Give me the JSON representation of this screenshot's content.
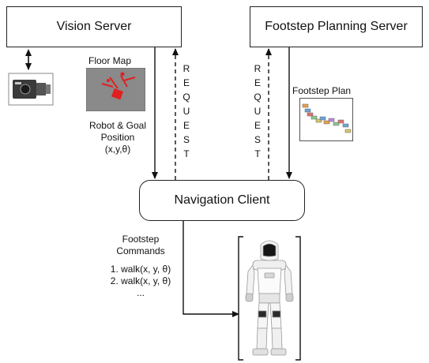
{
  "vision_server": {
    "label": "Vision Server"
  },
  "footstep_planning_server": {
    "label": "Footstep Planning Server"
  },
  "navigation_client": {
    "label": "Navigation Client"
  },
  "floor_map": {
    "label": "Floor Map"
  },
  "footstep_plan": {
    "label": "Footstep Plan"
  },
  "robot_goal": {
    "line1": "Robot & Goal",
    "line2": "Position",
    "line3": "(x,y,θ)"
  },
  "request_letters": [
    "R",
    "E",
    "Q",
    "U",
    "E",
    "S",
    "T"
  ],
  "footstep_commands": {
    "line1": "Footstep",
    "line2": "Commands",
    "items": [
      "1. walk(x, y, θ)",
      "2. walk(x, y, θ)",
      "..."
    ]
  },
  "colors": {
    "line": "#111111",
    "map_bg": "#8a8a8a",
    "map_marks": "#e02020"
  },
  "icons": [
    "camera-icon",
    "floor-map-image",
    "footstep-plan-image",
    "robot-image"
  ]
}
